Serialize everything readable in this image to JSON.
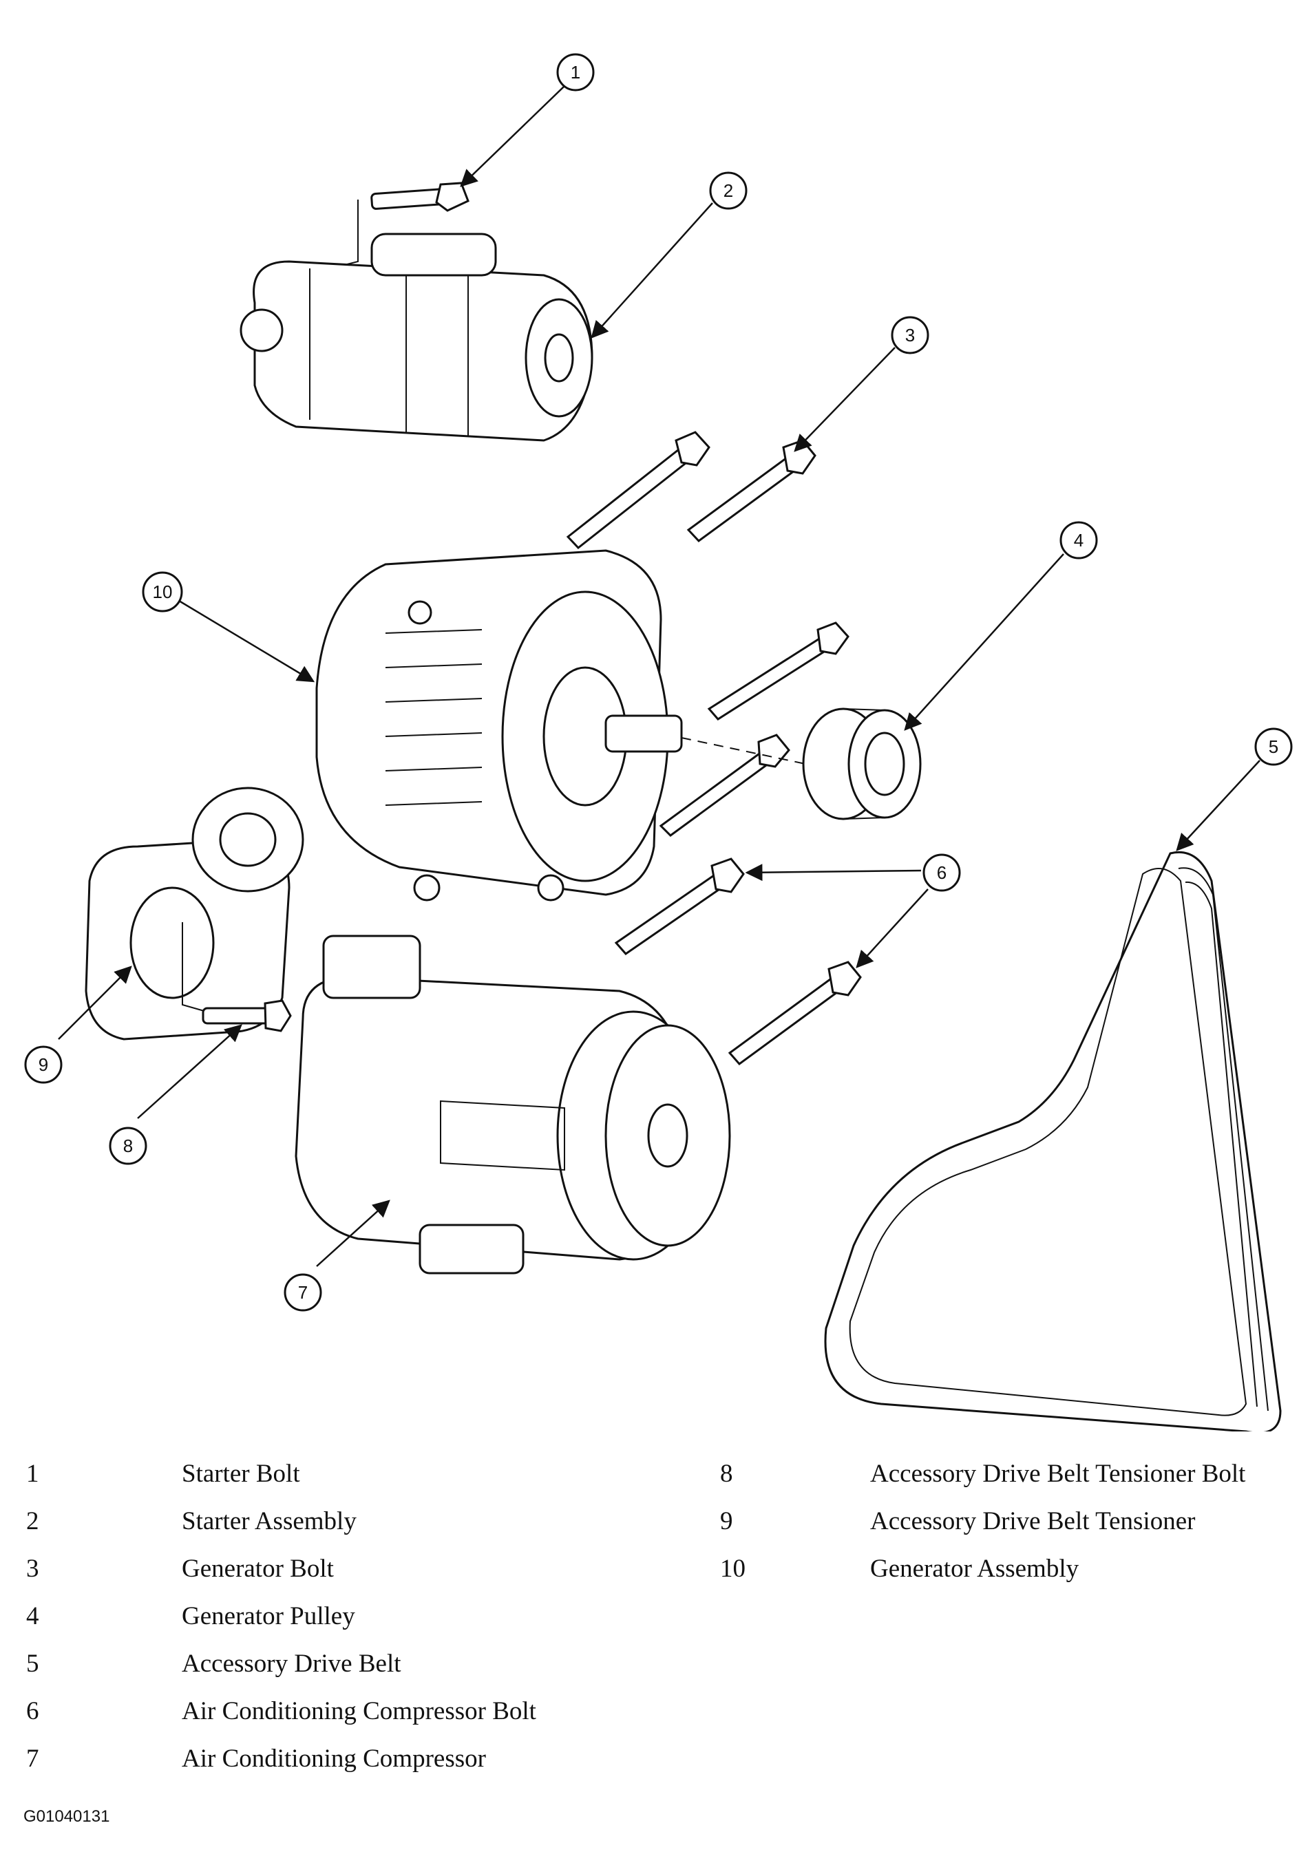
{
  "callouts": [
    "1",
    "2",
    "3",
    "4",
    "5",
    "6",
    "7",
    "8",
    "9",
    "10"
  ],
  "legend": {
    "left": [
      {
        "num": "1",
        "label": "Starter Bolt"
      },
      {
        "num": "2",
        "label": "Starter Assembly"
      },
      {
        "num": "3",
        "label": "Generator Bolt"
      },
      {
        "num": "4",
        "label": "Generator Pulley"
      },
      {
        "num": "5",
        "label": "Accessory Drive Belt"
      },
      {
        "num": "6",
        "label": "Air Conditioning Compressor Bolt"
      },
      {
        "num": "7",
        "label": "Air Conditioning Compressor"
      }
    ],
    "right": [
      {
        "num": "8",
        "label": "Accessory Drive Belt Tensioner Bolt"
      },
      {
        "num": "9",
        "label": "Accessory Drive Belt Tensioner"
      },
      {
        "num": "10",
        "label": "Generator Assembly"
      }
    ]
  },
  "figure_id": "G01040131"
}
